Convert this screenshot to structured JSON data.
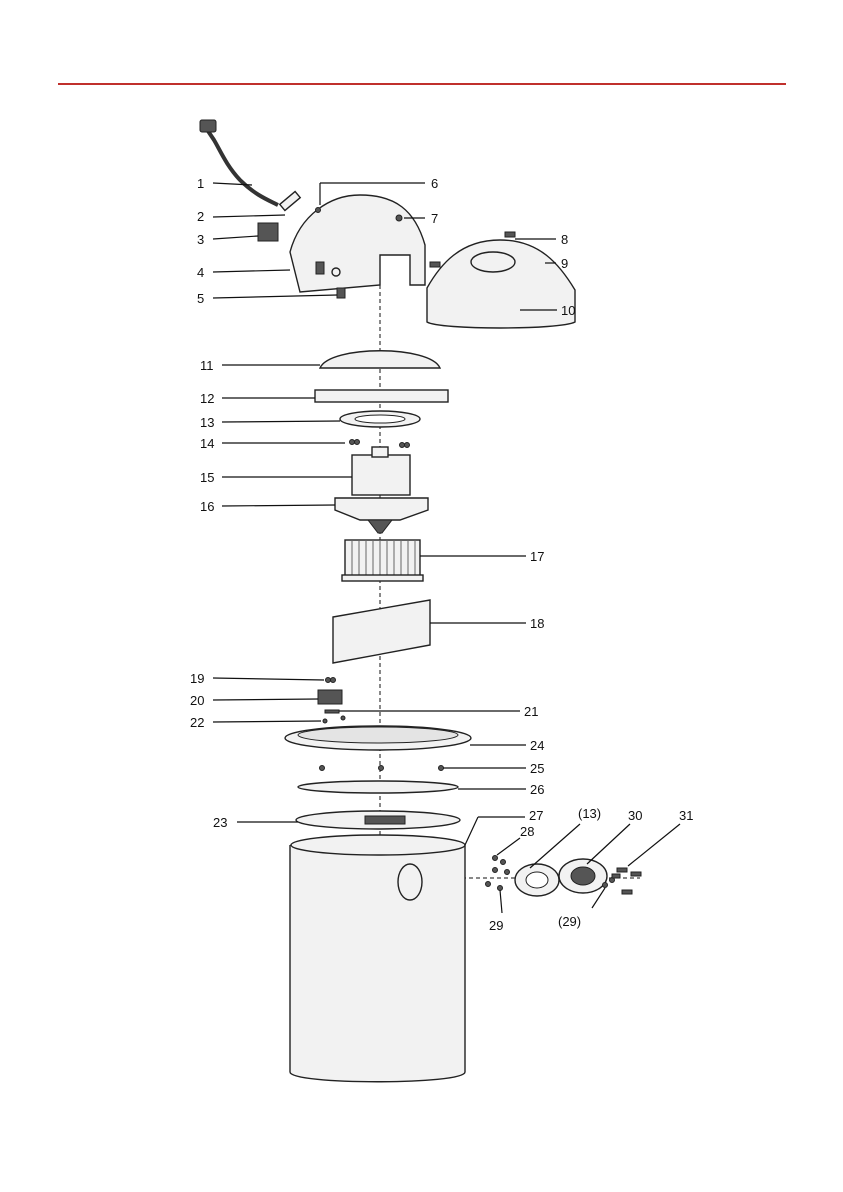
{
  "header": {
    "rule_color": "#c0302c"
  },
  "diagram": {
    "callouts": [
      "1",
      "2",
      "3",
      "4",
      "5",
      "6",
      "7",
      "8",
      "9",
      "10",
      "11",
      "12",
      "13",
      "14",
      "15",
      "16",
      "17",
      "18",
      "19",
      "20",
      "21",
      "22",
      "23",
      "24",
      "25",
      "26",
      "27",
      "28",
      "(13)",
      "30",
      "31",
      "29",
      "(29)"
    ]
  }
}
